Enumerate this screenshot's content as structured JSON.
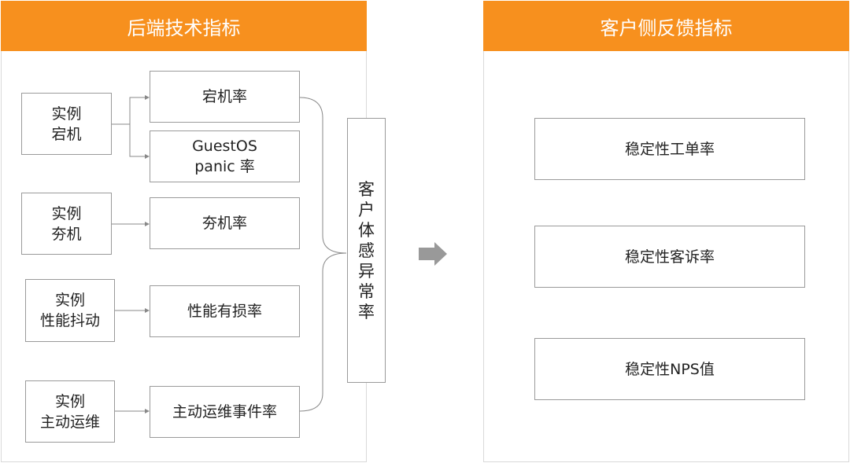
{
  "left_panel": {
    "title": "后端技术指标",
    "sources": [
      {
        "line1": "实例",
        "line2": "宕机"
      },
      {
        "line1": "实例",
        "line2": "夯机"
      },
      {
        "line1": "实例",
        "line2": "性能抖动"
      },
      {
        "line1": "实例",
        "line2": "主动运维"
      }
    ],
    "metrics": [
      {
        "line1": "宕机率",
        "line2": ""
      },
      {
        "line1": "GuestOS",
        "line2": "panic 率"
      },
      {
        "line1": "夯机率",
        "line2": ""
      },
      {
        "line1": "性能有损率",
        "line2": ""
      },
      {
        "line1": "主动运维事件率",
        "line2": ""
      }
    ],
    "summary_chars": [
      "客",
      "户",
      "体",
      "感",
      "异",
      "常",
      "率"
    ]
  },
  "right_panel": {
    "title": "客户侧反馈指标",
    "metrics": [
      "稳定性工单率",
      "稳定性客诉率",
      "稳定性NPS值"
    ]
  },
  "colors": {
    "header": "#f7901e",
    "arrow": "#999999",
    "connector": "#888888"
  }
}
